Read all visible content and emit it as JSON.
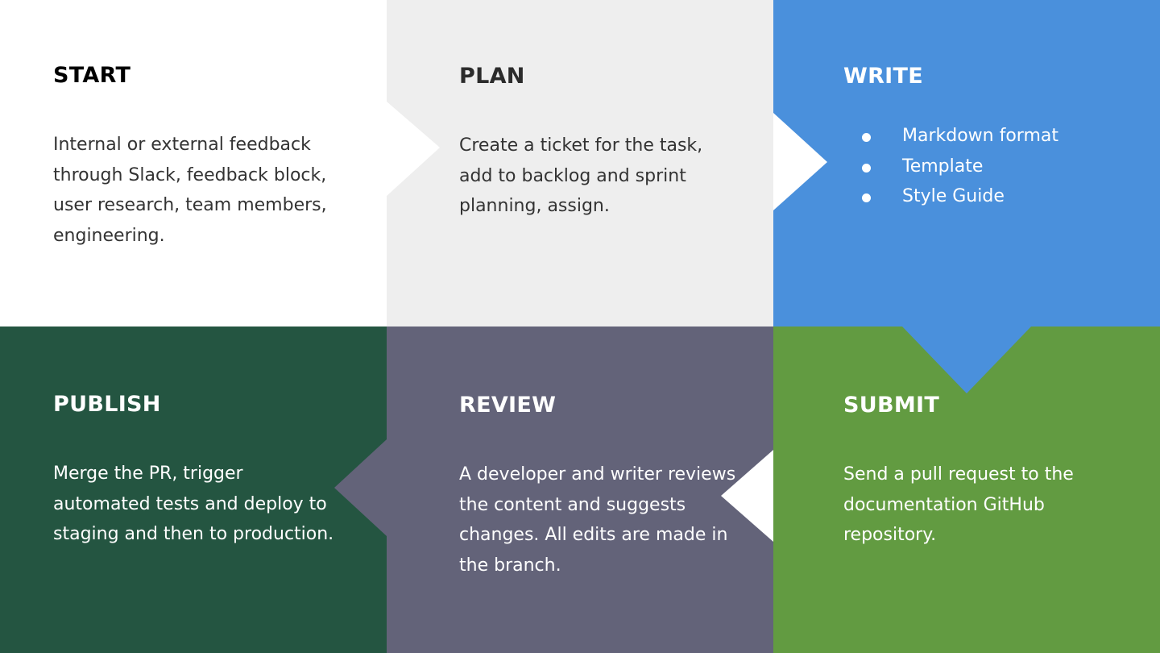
{
  "colors": {
    "start_bg": "#ffffff",
    "plan_bg": "#eeeeee",
    "write_bg": "#4a90dc",
    "submit_bg": "#629b41",
    "review_bg": "#636379",
    "publish_bg": "#245541"
  },
  "steps": {
    "start": {
      "title": "START",
      "body": "Internal or external feedback through Slack, feedback block, user research, team members, engineering."
    },
    "plan": {
      "title": "PLAN",
      "body": "Create a ticket for the task, add to backlog and sprint planning, assign."
    },
    "write": {
      "title": "WRITE",
      "bullets": [
        "Markdown format",
        "Template",
        "Style Guide"
      ]
    },
    "submit": {
      "title": "SUBMIT",
      "body": "Send a pull request to the documentation GitHub repository."
    },
    "review": {
      "title": "REVIEW",
      "body": "A developer and writer reviews the content and suggests changes. All edits are made in the branch."
    },
    "publish": {
      "title": "PUBLISH",
      "body": "Merge the PR, trigger automated tests and deploy to staging and then to production."
    }
  }
}
